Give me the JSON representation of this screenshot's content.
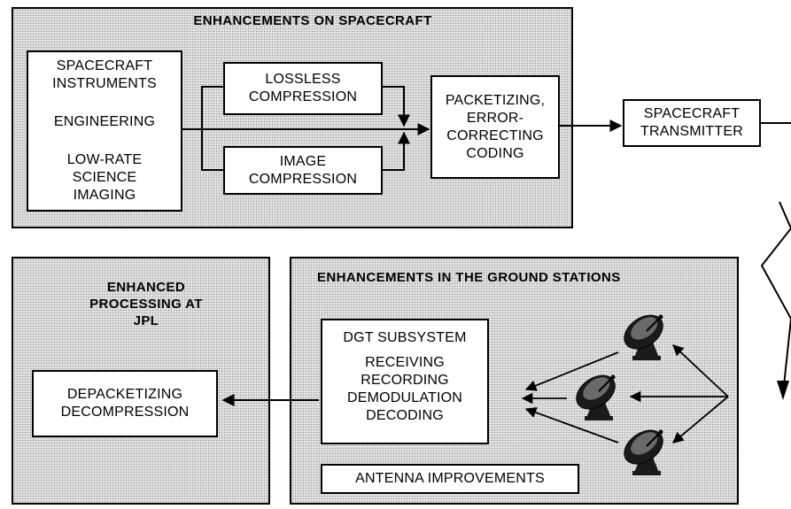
{
  "spacecraft_panel": {
    "title": "ENHANCEMENTS ON SPACECRAFT",
    "sources": [
      "SPACECRAFT",
      "INSTRUMENTS",
      "ENGINEERING",
      "LOW-RATE",
      "SCIENCE",
      "IMAGING"
    ],
    "lossless": [
      "LOSSLESS",
      "COMPRESSION"
    ],
    "image_comp": [
      "IMAGE",
      "COMPRESSION"
    ],
    "packetizing": [
      "PACKETIZING,",
      "ERROR-",
      "CORRECTING",
      "CODING"
    ]
  },
  "transmitter": [
    "SPACECRAFT",
    "TRANSMITTER"
  ],
  "ground_panel": {
    "title": "ENHANCEMENTS IN THE GROUND STATIONS",
    "dgt": [
      "DGT SUBSYSTEM",
      "RECEIVING",
      "RECORDING",
      "DEMODULATION",
      "DECODING"
    ],
    "antenna": "ANTENNA IMPROVEMENTS"
  },
  "jpl_panel": {
    "title": [
      "ENHANCED",
      "PROCESSING AT",
      "JPL"
    ],
    "depacket": [
      "DEPACKETIZING",
      "DECOMPRESSION"
    ]
  },
  "icons": [
    "dish-antenna-icon",
    "dish-antenna-icon",
    "dish-antenna-icon"
  ]
}
